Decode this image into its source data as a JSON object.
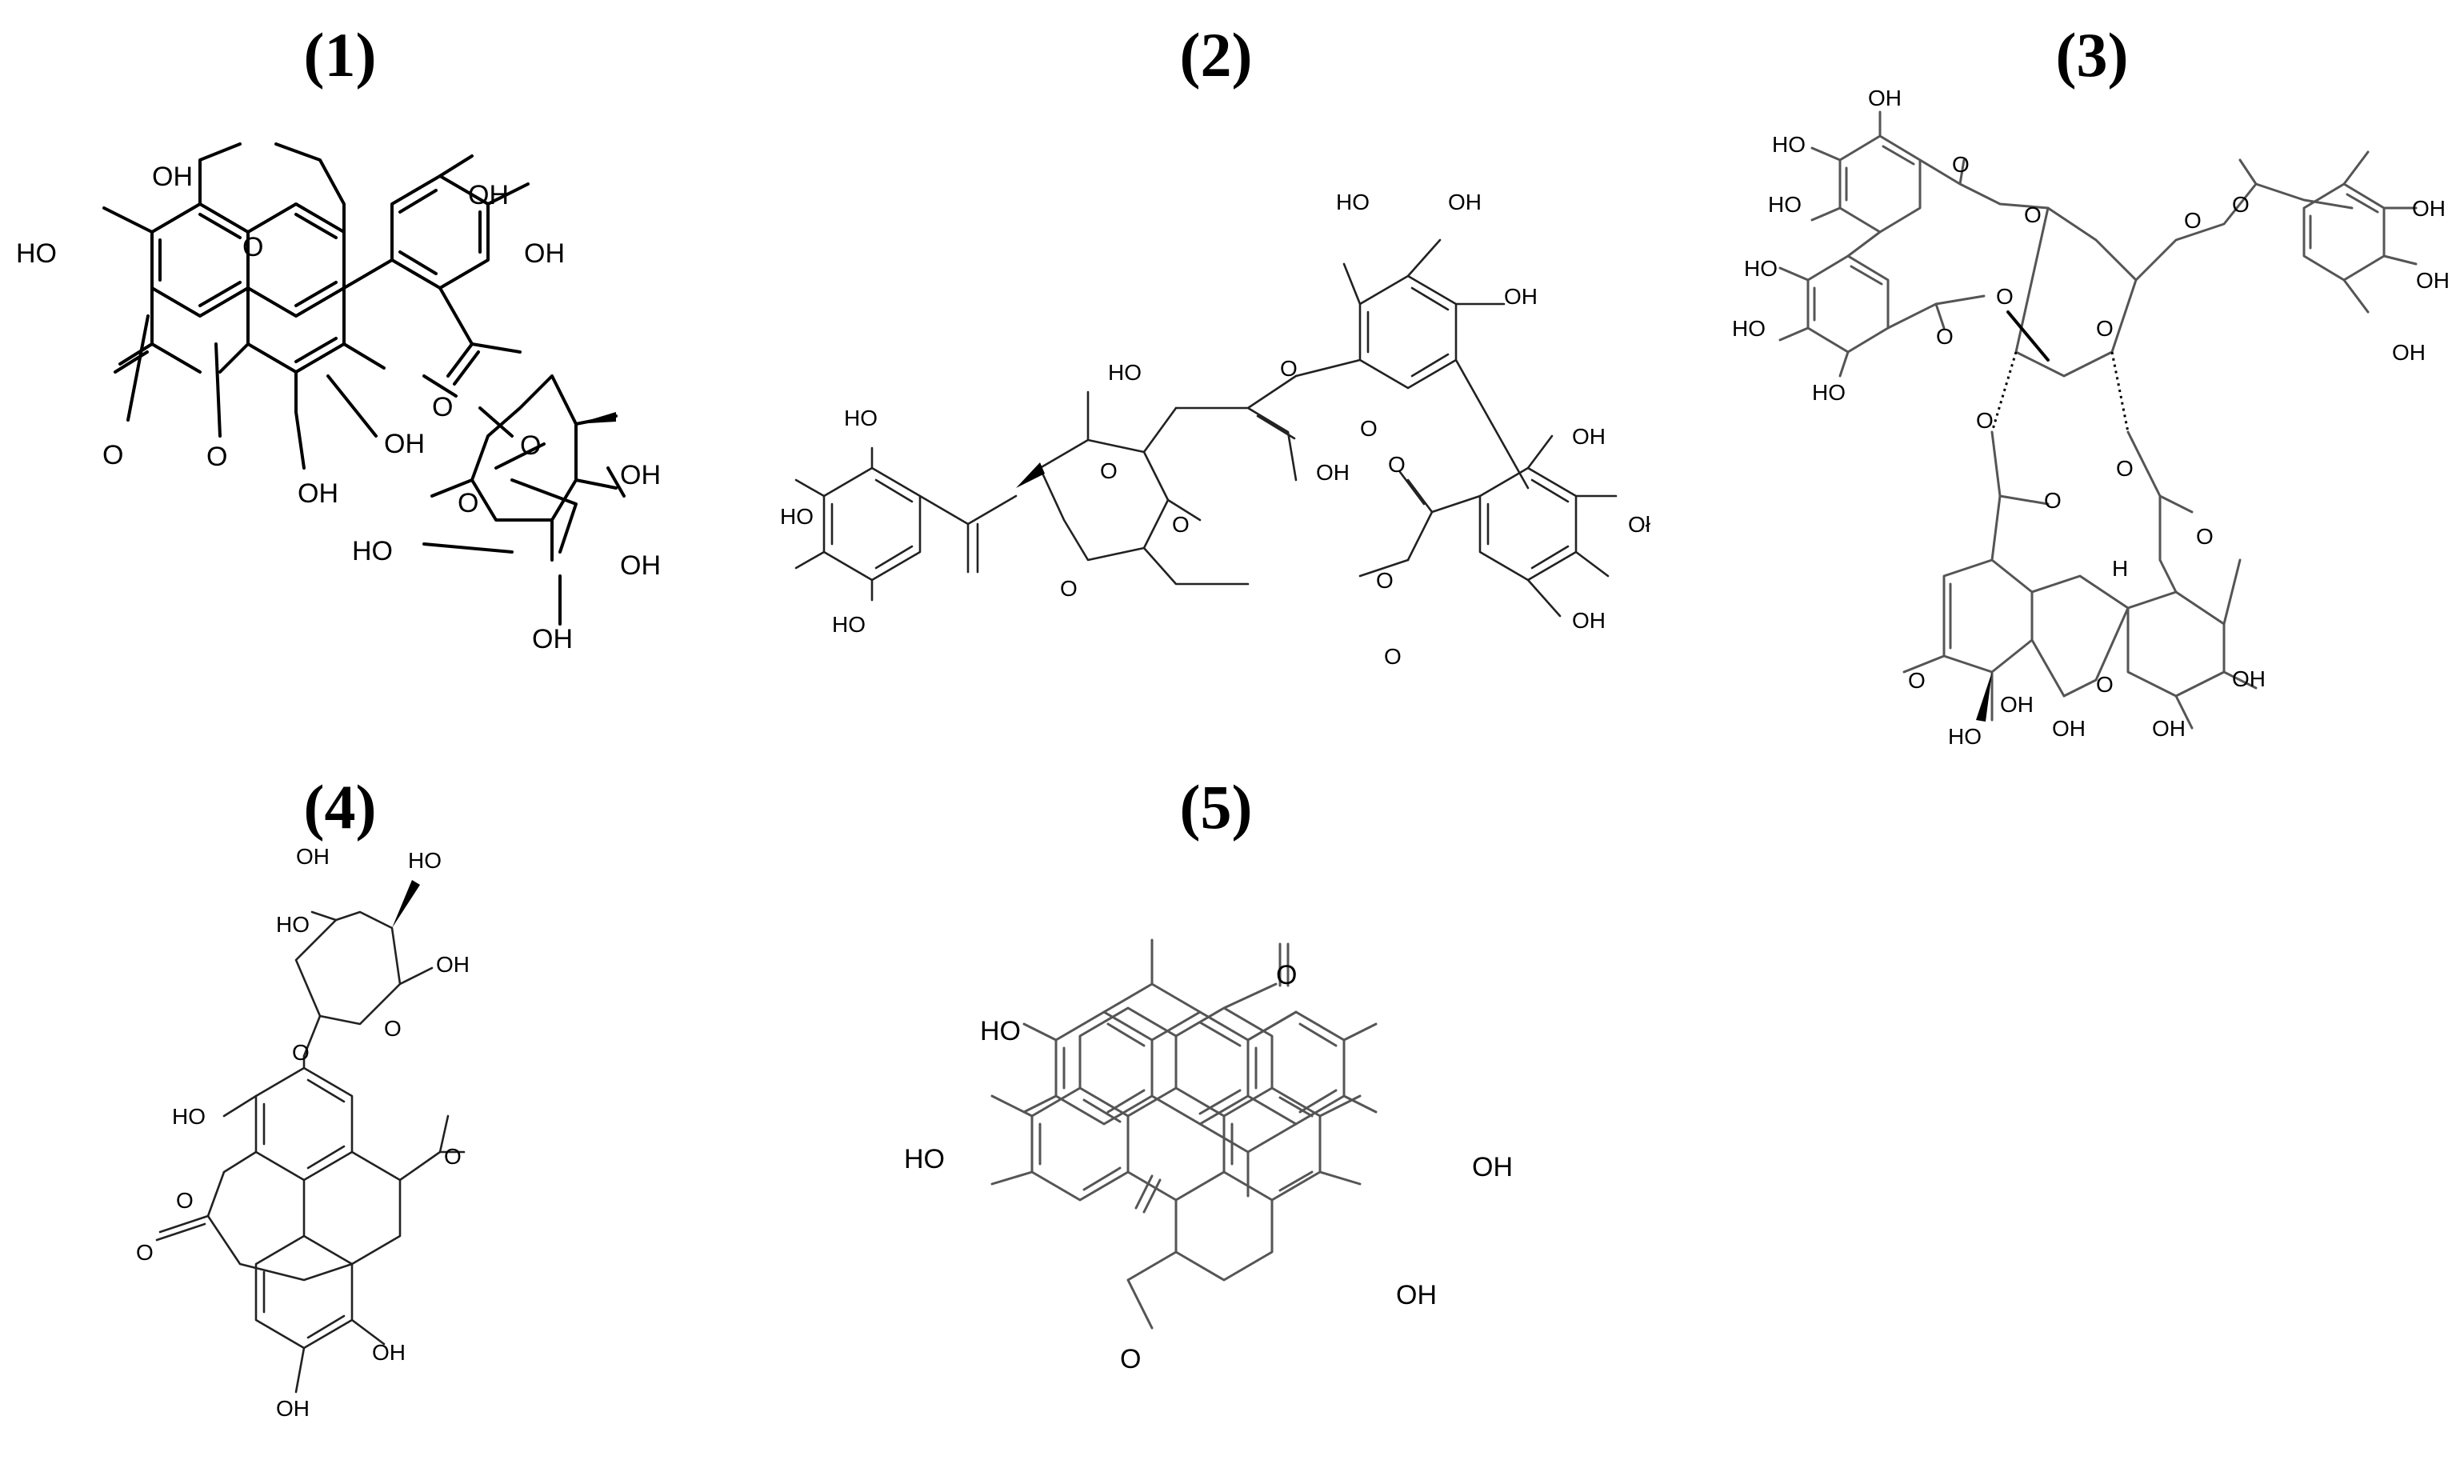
{
  "compounds": [
    {
      "label": "(1)",
      "atoms": {
        "oh1": "OH",
        "ho1": "HO",
        "o_ring": "O",
        "oh2": "OH",
        "oh3": "OH",
        "o_carbonyl": "O",
        "o_lactone": "O",
        "oh4": "OH",
        "oh5": "OH",
        "o_ester": "O",
        "o_carb2": "O",
        "o_sugar": "O",
        "oh6": "OH",
        "oh7": "OH",
        "oh8": "OH",
        "ho2": "HO"
      }
    },
    {
      "label": "(2)",
      "atoms": {
        "ho1": "HO",
        "ho2": "HO",
        "ho3": "HO",
        "o1": "O",
        "o2": "O",
        "ho4": "HO",
        "o3": "O",
        "o4": "O",
        "o5": "O",
        "oh1": "OH",
        "o6": "O",
        "ho5": "HO",
        "oh2": "OH",
        "oh3": "OH",
        "oh4": "OH",
        "oh5": "Oł",
        "oh6": "OH",
        "o7": "O",
        "o8": "O"
      }
    },
    {
      "label": "(3)",
      "atoms": {
        "oh1": "OH",
        "ho1": "HO",
        "ho2": "HO",
        "ho3": "HO",
        "ho4": "HO",
        "ho5": "HO",
        "o1": "O",
        "o2": "O",
        "o3": "O",
        "o4": "O",
        "o5": "O",
        "o6": "O",
        "o7": "O",
        "oh2": "OH",
        "oh3": "OH",
        "oh4": "OH",
        "o8": "O",
        "o9": "O",
        "o10": "O",
        "o11": "O",
        "h": "H",
        "o12": "O",
        "oh5": "OH",
        "ho6": "HO",
        "oh6": "OH",
        "oh7": "OH",
        "o13": "O",
        "oh8": "OH"
      }
    },
    {
      "label": "(4)",
      "atoms": {
        "ho1": "HO",
        "ho2": "HO",
        "oh1": "OH",
        "o_ring": "O",
        "o_link": "O",
        "ho3": "HO",
        "o_lac": "O",
        "o_ket": "O",
        "o_carb": "O",
        "oh2": "OH",
        "oh3": "OH"
      }
    },
    {
      "label": "(5)",
      "atoms": {
        "o1": "O",
        "ho1": "HO",
        "ho2": "HO",
        "oh1": "OH",
        "oh2": "OH",
        "o2": "O"
      }
    }
  ]
}
